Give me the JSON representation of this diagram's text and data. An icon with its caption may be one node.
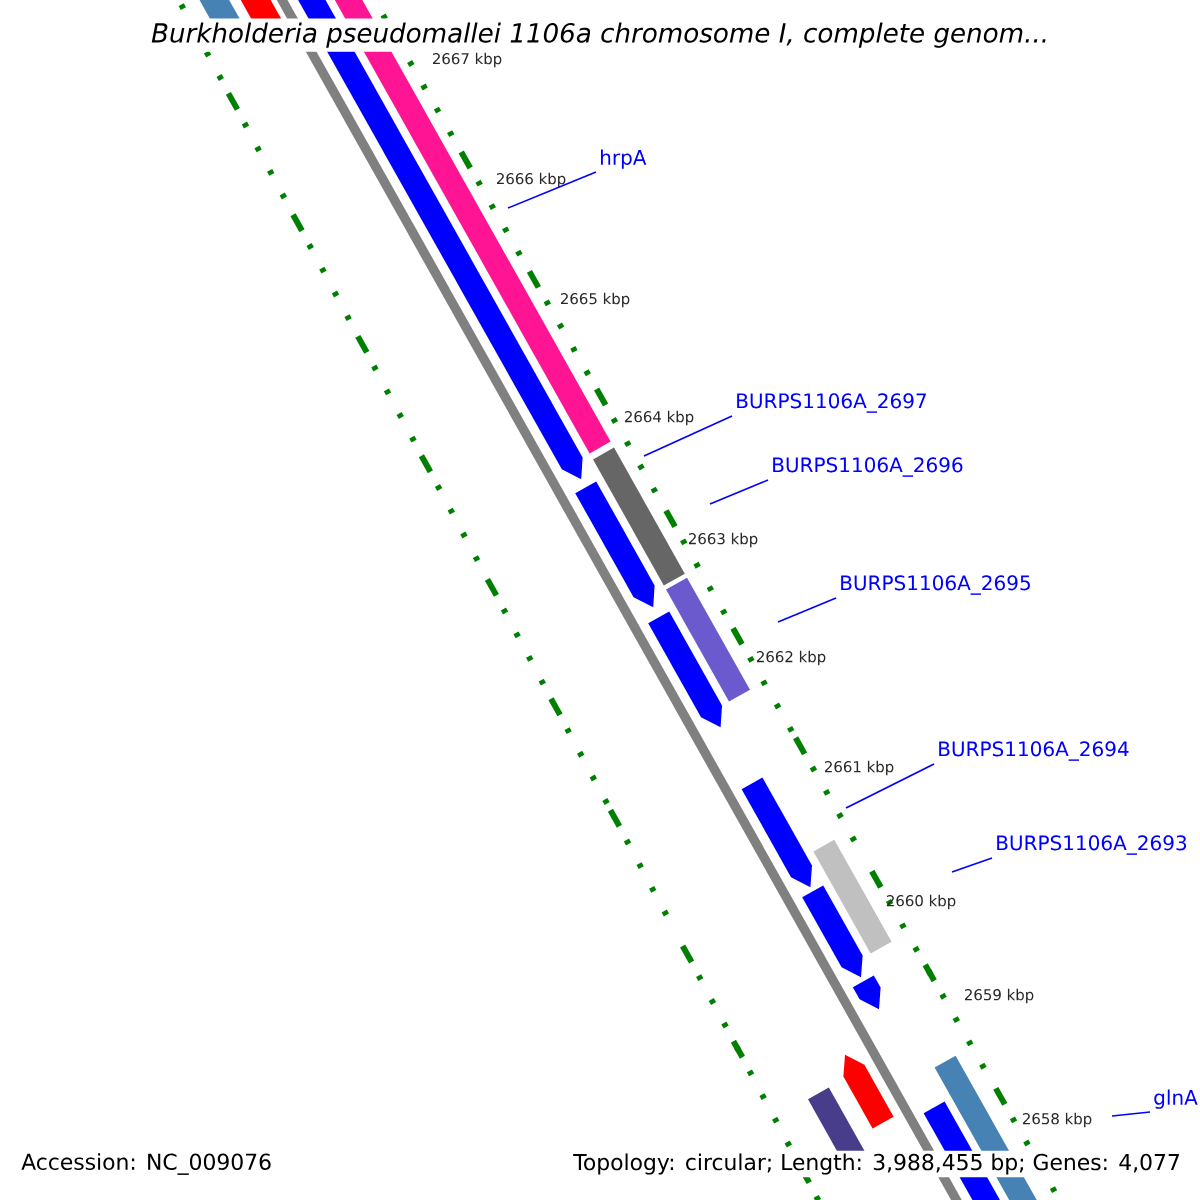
{
  "diagram": {
    "title": "Burkholderia pseudomallei 1106a chromosome I, complete genom...",
    "nodes": [
      {
        "text": [
          "hrpA"
        ]
      },
      {
        "text": [
          "BURPS1106A_2697"
        ]
      },
      {
        "text": [
          "BURPS1106A_2696"
        ]
      },
      {
        "text": [
          "BURPS1106A_2695"
        ]
      },
      {
        "text": [
          "BURPS1106A_2694"
        ]
      },
      {
        "text": [
          "BURPS1106A_2693"
        ]
      },
      {
        "text": [
          "glnA"
        ]
      }
    ],
    "edges": [
      {
        "from": 0,
        "to": null,
        "arrow": "none"
      },
      {
        "from": 1,
        "to": null,
        "arrow": "none"
      },
      {
        "from": 2,
        "to": null,
        "arrow": "none"
      },
      {
        "from": 3,
        "to": null,
        "arrow": "none"
      },
      {
        "from": 4,
        "to": null,
        "arrow": "none"
      },
      {
        "from": 5,
        "to": null,
        "arrow": "none"
      },
      {
        "from": 6,
        "to": null,
        "arrow": "none"
      }
    ],
    "labels": [
      "2667 kbp",
      "2666 kbp",
      "2665 kbp",
      "2664 kbp",
      "2663 kbp",
      "2662 kbp",
      "2661 kbp",
      "2660 kbp",
      "2659 kbp",
      "2658 kbp",
      "Accession: NC_009076",
      "Topology: circular; Length: 3,988,455 bp; Genes: 4,077"
    ]
  }
}
